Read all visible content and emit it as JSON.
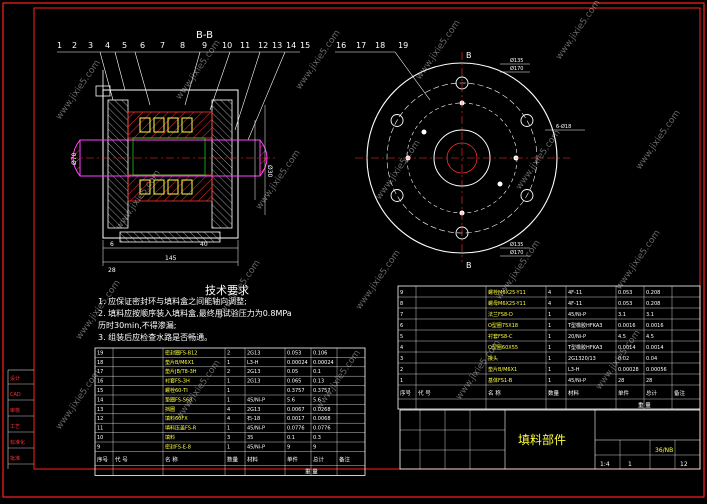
{
  "section_label": "B-B",
  "left_callouts": [
    "1",
    "2",
    "3",
    "4",
    "5",
    "6",
    "7",
    "8",
    "9",
    "10",
    "11",
    "12",
    "13",
    "14",
    "15"
  ],
  "right_callouts": [
    "16",
    "17",
    "18",
    "19"
  ],
  "cut_mark": "B",
  "left_dims": {
    "bottom_a": "6",
    "bottom_b": "40",
    "bottom_c": "145",
    "bottom_d": "28",
    "left_dia": "Ø70",
    "right_dia": "Ø30"
  },
  "right_dims": {
    "top_a": "Ø135",
    "top_b": "Ø170",
    "side": "6-Ø18",
    "bot_a": "Ø135",
    "bot_b": "Ø170"
  },
  "tech": {
    "title": "技术要求",
    "lines": [
      "1. 应保证密封环与填料盒之间能轴向调整;",
      "2. 填料应按顺序装入填料盒,最终用试验压力为0.8MPa",
      "   历时30min,不得渗漏;",
      "3. 组装后应检查水路是否畅通。"
    ]
  },
  "parts_left": {
    "rows": [
      [
        "19",
        "",
        "密封圈FS-B12",
        "2",
        "2G13",
        "0.053",
        "0.106"
      ],
      [
        "18",
        "",
        "垫片B/M6X1",
        "1",
        "L3-H",
        "0.00024",
        "0.00024"
      ],
      [
        "17",
        "",
        "垫片JB/T8-3H",
        "2",
        "2G13",
        "0.05",
        "0.1"
      ],
      [
        "16",
        "",
        "衬套FS-3H",
        "1",
        "2G13",
        "0.065",
        "0.13"
      ],
      [
        "15",
        "",
        "螺栓60-TI",
        "1",
        "",
        "0.3757",
        "0.3757"
      ],
      [
        "14",
        "",
        "垫圈FS-S68",
        "1",
        "45/Ni-P",
        "5.6",
        "5.6"
      ],
      [
        "13",
        "",
        "挡圈",
        "4",
        "2G13",
        "0.0067",
        "0.0268"
      ],
      [
        "12",
        "",
        "填料60FX",
        "4",
        "石-18",
        "0.0017",
        "0.0068"
      ],
      [
        "11",
        "",
        "填料压盖FS-R",
        "1",
        "45/Ni-P",
        "0.0776",
        "0.0776"
      ],
      [
        "10",
        "",
        "填料",
        "3",
        "35",
        "0.1",
        "0.3"
      ],
      [
        "9",
        "",
        "密封FS-E-8",
        "1",
        "45/Ni-P",
        "9",
        "9"
      ]
    ],
    "header": [
      "序号",
      "代 号",
      "名 称",
      "数量",
      "材料",
      "单件",
      "总计",
      "备注"
    ],
    "weight": "重 量"
  },
  "parts_right": {
    "rows": [
      [
        "9",
        "",
        "螺栓M6X25-Y11",
        "4",
        "4F-11",
        "0.053",
        "0.208"
      ],
      [
        "8",
        "",
        "螺母M6X25-Y11",
        "4",
        "4F-11",
        "0.053",
        "0.208"
      ],
      [
        "7",
        "",
        "法兰FS8-D",
        "1",
        "45/Ni-P",
        "3.1",
        "3.1"
      ],
      [
        "6",
        "",
        "O型圈75X18",
        "1",
        "T型橡胶HFKA3",
        "0.0016",
        "0.0016"
      ],
      [
        "5",
        "",
        "衬套FS8-C",
        "1",
        "20/Ni-P",
        "4.5",
        "4.5"
      ],
      [
        "4",
        "",
        "O型圈60X55",
        "1",
        "T型橡胶HFKA3",
        "0.0014",
        "0.0014"
      ],
      [
        "3",
        "",
        "接头",
        "1",
        "2G1320/13",
        "0.02",
        "0.04"
      ],
      [
        "2",
        "",
        "垫片B/M6X1",
        "1",
        "L3-H",
        "0.00028",
        "0.00056"
      ],
      [
        "1",
        "",
        "基体FS1-B",
        "1",
        "45/Ni-P",
        "28",
        "28"
      ]
    ],
    "header": [
      "序号",
      "代 号",
      "名 称",
      "数量",
      "材料",
      "单件",
      "总计",
      "备注"
    ],
    "weight": "重 量"
  },
  "title_block": {
    "drawing_title": "填料部件",
    "scale": "1:4",
    "sheet": "1",
    "sheets": "12",
    "drawing_no": "36/NB"
  },
  "frame_labels": [
    "设计",
    "CAD",
    "审核",
    "工艺",
    "标准化",
    "批准"
  ],
  "watermark": "www.jixie5.com",
  "colors": {
    "frame": "#ff2020",
    "line": "#ffffff",
    "table": "#ffffff",
    "yellow": "#ffff40",
    "magenta": "#ff40ff",
    "cyan": "#40ffff",
    "red": "#ff3030",
    "green": "#30ff30",
    "watermark": "rgba(190,190,190,0.55)"
  }
}
